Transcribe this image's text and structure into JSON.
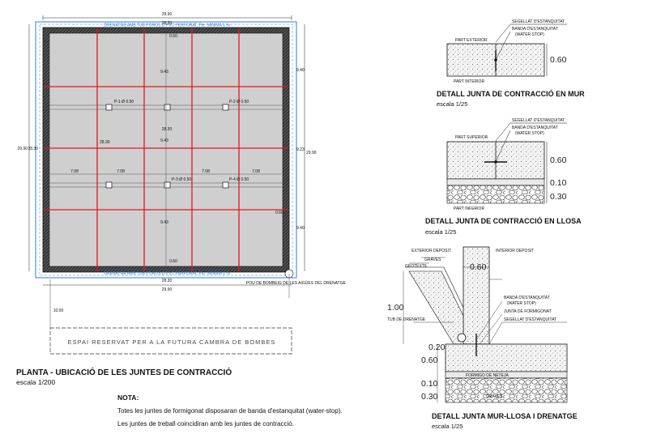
{
  "plan": {
    "title": "PLANTA - UBICACIÓ DE LES JUNTES DE CONTRACCIÓ",
    "scale": "escala 1/200",
    "drain_top": "DRENATGE AMB TUB POROS D PVC PERFORAT, Pte. MINIMA 1 %",
    "drain_bottom": "DRENATGE AMB TUB POROS D PVC PERFORAT, Pte. MINIMA 1 %",
    "reserved_space": "ESPAI RESERVAT PER A LA FUTURA CAMBRA DE BOMBES",
    "pump_well": "POU DE BOMBEIG DE LES AIGÜES DEL DRENATGE",
    "dims": {
      "overall_width_top": "29.90",
      "overall_width_bottom": "29.90",
      "inner_width_top": "28.30",
      "inner_width_bottom": "28.30",
      "wall_top": "0.60",
      "wall_bottom": "0.60",
      "wall_right": "0.60",
      "span_top": "9.43",
      "span_mid": "9.43",
      "span_bottom": "9.43",
      "left_total": "29.90",
      "left_inner": "28.30",
      "mid_total": "28.30",
      "right_top": "9.40",
      "right_mid": "9.23",
      "right_bottom": "9.40",
      "right_total": "29.90",
      "bay_1": "7.08",
      "bay_2": "7.08",
      "bay_3": "7.08",
      "bay_4": "7.08",
      "left_bay": "28.30",
      "pillar_1": "P-1 Ø 0.50",
      "pillar_2": "P-2 Ø 0.50",
      "pillar_3": "P-3 Ø 0.50",
      "pillar_4": "P-4 Ø 0.50",
      "offset": "10.00"
    }
  },
  "note": {
    "heading": "NOTA:",
    "line1": "Totes les juntes de formigonat disposaran de banda d'estanquitat (water-stop).",
    "line2": "Les juntes de treball coincidiran amb les juntes de contracció."
  },
  "detail_wall": {
    "title": "DETALL JUNTA DE CONTRACCIÓ EN MUR",
    "scale": "escala 1/25",
    "sealant": "SEGELLAT D'ESTANQUITAT",
    "waterstop": "BANDA D'ESTANQUITAT",
    "waterstop_sub": "(WATER STOP)",
    "exterior": "PART EXTERIOR",
    "interior": "PART INTERIOR",
    "thickness": "0.60"
  },
  "detail_slab": {
    "title": "DETALL JUNTA DE CONTRACCIÓ EN LLOSA",
    "scale": "escala 1/25",
    "sealant": "SEGELLAT D'ESTANQUITAT",
    "waterstop": "BANDA D'ESTANQUITAT",
    "waterstop_sub": "(WATER STOP)",
    "upper": "PART SUPERIOR",
    "lower": "PART INFERIOR",
    "thickness": "0.60",
    "blinding": "0.10",
    "gravel": "0.30"
  },
  "detail_wall_slab": {
    "title": "DETALL JUNTA MUR-LLOSA I DRENATGE",
    "scale": "escala 1/25",
    "ext_deposit": "EXTERIOR DEPOSIT",
    "int_deposit": "INTERIOR DEPOSIT",
    "graves": "GRAVES",
    "geotextil": "GEOTÈXTIL",
    "wall_thickness": "0.60",
    "waterstop": "BANDA D'ESTANQUITAT",
    "waterstop_sub": "(WATER STOP)",
    "joint": "JUNTA DE FORMIGONAT",
    "sealant": "SEGELLAT D'ESTANQUITAT",
    "drain_pipe": "TUB DE DRENATGE",
    "height": "1.00",
    "d_020": "0.20",
    "d_060": "0.60",
    "d_010": "0.10",
    "d_030": "0.30",
    "blinding_concrete": "FORMIGO DE NETEJA",
    "gravel_base": "GRAVES"
  },
  "colors": {
    "joint": "#e8161c",
    "slab": "#cfcfcf",
    "wall": "#2a2a2a",
    "drain": "#2f7fd6",
    "line": "#111111"
  }
}
